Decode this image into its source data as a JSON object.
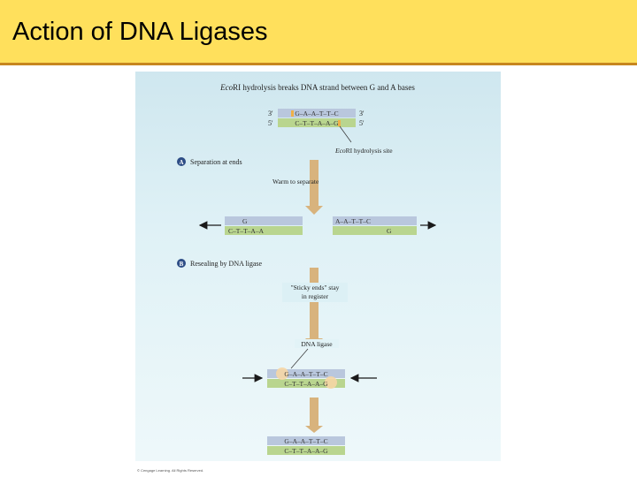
{
  "slide": {
    "title": "Action of DNA Ligases",
    "colors": {
      "header": "#ffe05c",
      "header_rule": "#c7861f",
      "strand_top": "#b9c7dd",
      "strand_bottom": "#b9d58f",
      "figure_bg": "#d9eef4",
      "arrow": "#d8b37d"
    }
  },
  "figure": {
    "heading_enzyme": "Eco",
    "heading_rest": "RI hydrolysis breaks DNA strand between G and A bases",
    "top_left_labels": [
      "3'",
      "5'"
    ],
    "top_right_labels": [
      "3'",
      "5'"
    ],
    "top_strand_upper": "G–A–A–T–T–C",
    "top_strand_lower": "C–T–T–A–A–G",
    "site_enzyme": "Eco",
    "site_rest": "RI hydrolysis site",
    "step_a_badge": "A",
    "step_a_label": "Separation at ends",
    "warm_label": "Warm to separate",
    "left_frag_upper": "G",
    "left_frag_lower": "C–T–T–A–A",
    "right_frag_upper": "A–A–T–T–C",
    "right_frag_lower": "G",
    "step_b_badge": "B",
    "step_b_label": "Resealing by DNA ligase",
    "sticky_line1": "\"Sticky ends\" stay",
    "sticky_line2": "in register",
    "ligase_label": "DNA ligase",
    "mid_strand_upper": "G–A–A–T–T–C",
    "mid_strand_lower": "C–T–T–A–A–G",
    "final_strand_upper": "G–A–A–T–T–C",
    "final_strand_lower": "C–T–T–A–A–G",
    "credit": "© Cengage Learning. All Rights Reserved."
  }
}
